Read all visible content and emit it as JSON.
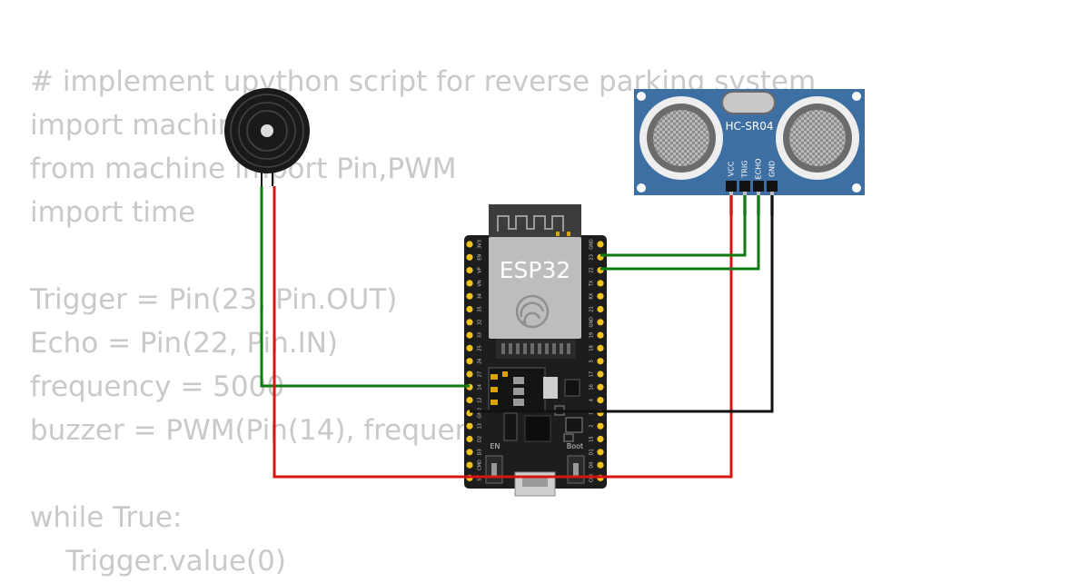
{
  "code_lines": [
    "# implement upython script for reverse parking system",
    "import machine",
    "from machine import Pin,PWM",
    "import time",
    "",
    "Trigger = Pin(23, Pin.OUT)",
    "Echo = Pin(22, Pin.IN)",
    "frequency = 5000",
    "buzzer = PWM(Pin(14), frequency)",
    "",
    "while True:",
    "    Trigger.value(0)"
  ],
  "esp32": {
    "label": "ESP32",
    "en_label": "EN",
    "boot_label": "Boot",
    "left_pins": [
      "3V3",
      "EN",
      "VP",
      "VN",
      "34",
      "35",
      "32",
      "33",
      "25",
      "26",
      "27",
      "14",
      "12",
      "GND",
      "13",
      "D2",
      "D3",
      "CMD",
      "5V"
    ],
    "right_pins": [
      "GND",
      "23",
      "22",
      "TX",
      "RX",
      "21",
      "GND",
      "19",
      "18",
      "5",
      "17",
      "16",
      "4",
      "0",
      "2",
      "15",
      "D1",
      "D0",
      "CLK"
    ]
  },
  "sensor": {
    "label": "HC-SR04",
    "pins": [
      "VCC",
      "TRIG",
      "ECHO",
      "GND"
    ]
  },
  "wire_colors": {
    "signal": "#0f7a0f",
    "power": "#d81313",
    "ground": "#111111"
  }
}
